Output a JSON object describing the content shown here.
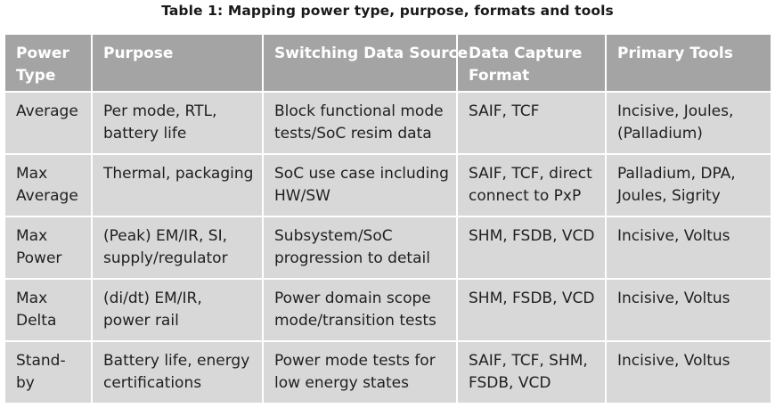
{
  "caption": "Table 1: Mapping power type, purpose, formats and tools",
  "table": {
    "headers": [
      [
        "Power",
        "Type"
      ],
      [
        "Purpose"
      ],
      [
        "Switching Data Source"
      ],
      [
        "Data Capture",
        "Format"
      ],
      [
        "Primary Tools"
      ]
    ],
    "rows": [
      [
        [
          "Average"
        ],
        [
          "Per mode, RTL,",
          "battery life"
        ],
        [
          "Block functional mode",
          "tests/SoC resim data"
        ],
        [
          "SAIF, TCF"
        ],
        [
          "Incisive, Joules,",
          "(Palladium)"
        ]
      ],
      [
        [
          "Max",
          "Average"
        ],
        [
          "Thermal, packaging"
        ],
        [
          "SoC use case including",
          "HW/SW"
        ],
        [
          "SAIF, TCF, direct",
          "connect to PxP"
        ],
        [
          "Palladium, DPA,",
          "Joules, Sigrity"
        ]
      ],
      [
        [
          "Max",
          "Power"
        ],
        [
          "(Peak) EM/IR, SI,",
          "supply/regulator"
        ],
        [
          "Subsystem/SoC",
          "progression to detail"
        ],
        [
          "SHM, FSDB, VCD"
        ],
        [
          "Incisive, Voltus"
        ]
      ],
      [
        [
          "Max",
          "Delta"
        ],
        [
          "(di/dt) EM/IR,",
          "power rail"
        ],
        [
          "Power domain scope",
          "mode/transition tests"
        ],
        [
          "SHM, FSDB, VCD"
        ],
        [
          "Incisive, Voltus"
        ]
      ],
      [
        [
          "Stand-",
          "by"
        ],
        [
          "Battery life, energy",
          "certifications"
        ],
        [
          "Power mode tests for",
          "low energy states"
        ],
        [
          "SAIF, TCF, SHM,",
          "FSDB, VCD"
        ],
        [
          "Incisive, Voltus"
        ]
      ]
    ]
  },
  "colors": {
    "header_bg": "#a4a4a4",
    "cell_bg": "#d8d8d8",
    "header_text": "#ffffff",
    "cell_text": "#1f1f1f"
  }
}
